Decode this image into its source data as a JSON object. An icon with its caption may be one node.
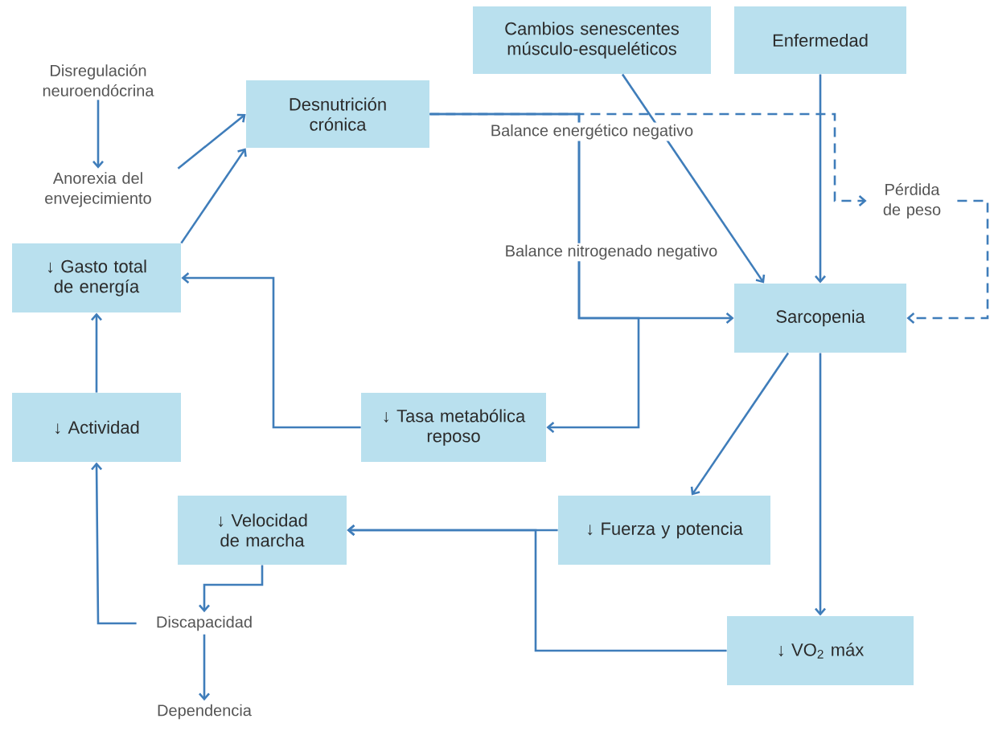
{
  "diagram": {
    "nodes": [
      {
        "text": [
          "Disregulación neuroendócrina"
        ]
      },
      {
        "text": [
          "Desnutrición crónica"
        ]
      },
      {
        "text": [
          "Cambios senescentes músculo-esqueléticos"
        ]
      },
      {
        "text": [
          "Enfermedad"
        ]
      },
      {
        "text": [
          "Anorexia del envejecimiento"
        ]
      },
      {
        "text": [
          "Pérdida de peso"
        ]
      },
      {
        "text": [
          "↓ Gasto total de energía"
        ]
      },
      {
        "text": [
          "Sarcopenia"
        ]
      },
      {
        "text": [
          "↓ Actividad"
        ]
      },
      {
        "text": [
          "↓ Tasa metabólica reposo"
        ]
      },
      {
        "text": [
          "↓ Velocidad de marcha"
        ]
      },
      {
        "text": [
          "↓ Fuerza y potencia"
        ]
      },
      {
        "text": [
          "↓ VO$_{2}$ máx"
        ]
      },
      {
        "text": [
          "Discapacidad"
        ]
      },
      {
        "text": [
          "Dependencia"
        ]
      }
    ],
    "edges": [
      {
        "from": 0,
        "to": 4,
        "arrow": "to"
      },
      {
        "from": 4,
        "to": 1,
        "arrow": "to"
      },
      {
        "from": 6,
        "to": 1,
        "arrow": "to"
      },
      {
        "from": 1,
        "to": 5,
        "arrow": "to",
        "label": "Balance energético negativo",
        "style": "dashed"
      },
      {
        "from": 1,
        "to": 7,
        "arrow": "to",
        "label": "Balance nitrogenado negativo"
      },
      {
        "from": 5,
        "to": 7,
        "arrow": "to",
        "style": "dashed"
      },
      {
        "from": 2,
        "to": 7,
        "arrow": "to"
      },
      {
        "from": 3,
        "to": 7,
        "arrow": "to"
      },
      {
        "from": 1,
        "to": 9,
        "arrow": "to"
      },
      {
        "from": 9,
        "to": 6,
        "arrow": "to"
      },
      {
        "from": 8,
        "to": 6,
        "arrow": "to"
      },
      {
        "from": 7,
        "to": 11,
        "arrow": "to"
      },
      {
        "from": 7,
        "to": 12,
        "arrow": "to"
      },
      {
        "from": 11,
        "to": 10,
        "arrow": "to"
      },
      {
        "from": 12,
        "to": 10,
        "arrow": "to"
      },
      {
        "from": 10,
        "to": 13,
        "arrow": "to"
      },
      {
        "from": 13,
        "to": 8,
        "arrow": "to"
      },
      {
        "from": 13,
        "to": 14,
        "arrow": "to"
      }
    ]
  }
}
